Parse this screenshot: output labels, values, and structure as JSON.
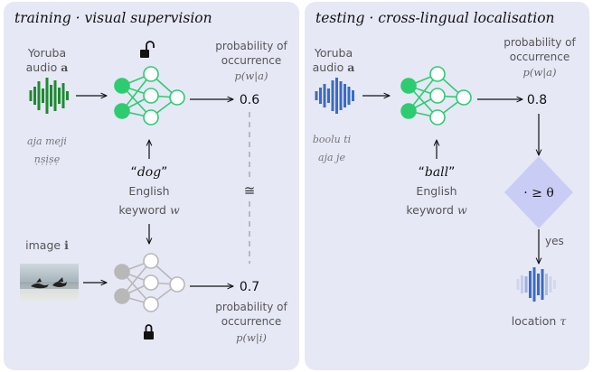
{
  "training": {
    "title": "training · visual supervision",
    "audio_label_line1": "Yoruba",
    "audio_label_line2": "audio ",
    "audio_symbol": "a",
    "phrase_line1": "aja meji",
    "phrase_line2": "ṇṣịṣẹ",
    "keyword_quoted": "dog",
    "keyword_line1": "English",
    "keyword_line2": "keyword ",
    "keyword_symbol": "w",
    "audio_prob_value": "0.6",
    "prob_line1": "probability of",
    "prob_line2": "occurrence",
    "prob_audio_formula": "p(w|a)",
    "approx_equal": "≅",
    "image_label": "image ",
    "image_symbol": "i",
    "image_prob_value": "0.7",
    "prob_image_formula": "p(w|i)"
  },
  "testing": {
    "title": "testing · cross-lingual localisation",
    "audio_label_line1": "Yoruba",
    "audio_label_line2": "audio ",
    "audio_symbol": "a",
    "phrase_line1": "boolu ti",
    "phrase_line2": "aja je",
    "keyword_quoted": "ball",
    "keyword_line1": "English",
    "keyword_line2": "keyword ",
    "keyword_symbol": "w",
    "prob_line1": "probability of",
    "prob_line2": "occurrence",
    "prob_formula": "p(w|a)",
    "prob_value": "0.8",
    "threshold": "· ≥ θ",
    "yes_label": "yes",
    "location_label": "location ",
    "location_symbol": "τ"
  },
  "colors": {
    "panel_bg": "#e6e8f6",
    "green": "#2ecc71",
    "audio_green": "#1e8a32",
    "blue": "#3b6bc4",
    "diamond": "#c9cdf6",
    "gray_net": "#b8b8b8",
    "gray_text": "#555555",
    "light_text": "#888888"
  },
  "icons": [
    "unlock-icon",
    "lock-icon",
    "audio-waveform-icon",
    "neural-network-icon",
    "bird-photo",
    "location-waveform-icon"
  ]
}
